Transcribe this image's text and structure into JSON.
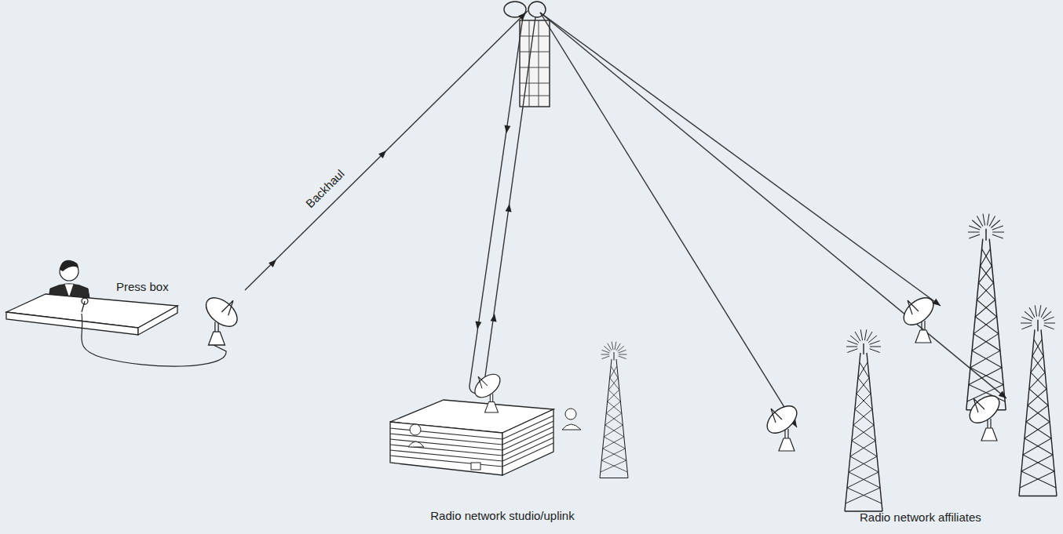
{
  "diagram": {
    "nodes": [
      {
        "text": [
          "Press box"
        ]
      },
      {
        "text": [
          "Radio network studio/uplink"
        ]
      },
      {
        "text": [
          "Radio network affiliates"
        ]
      }
    ],
    "labels": [
      "Backhaul"
    ]
  }
}
